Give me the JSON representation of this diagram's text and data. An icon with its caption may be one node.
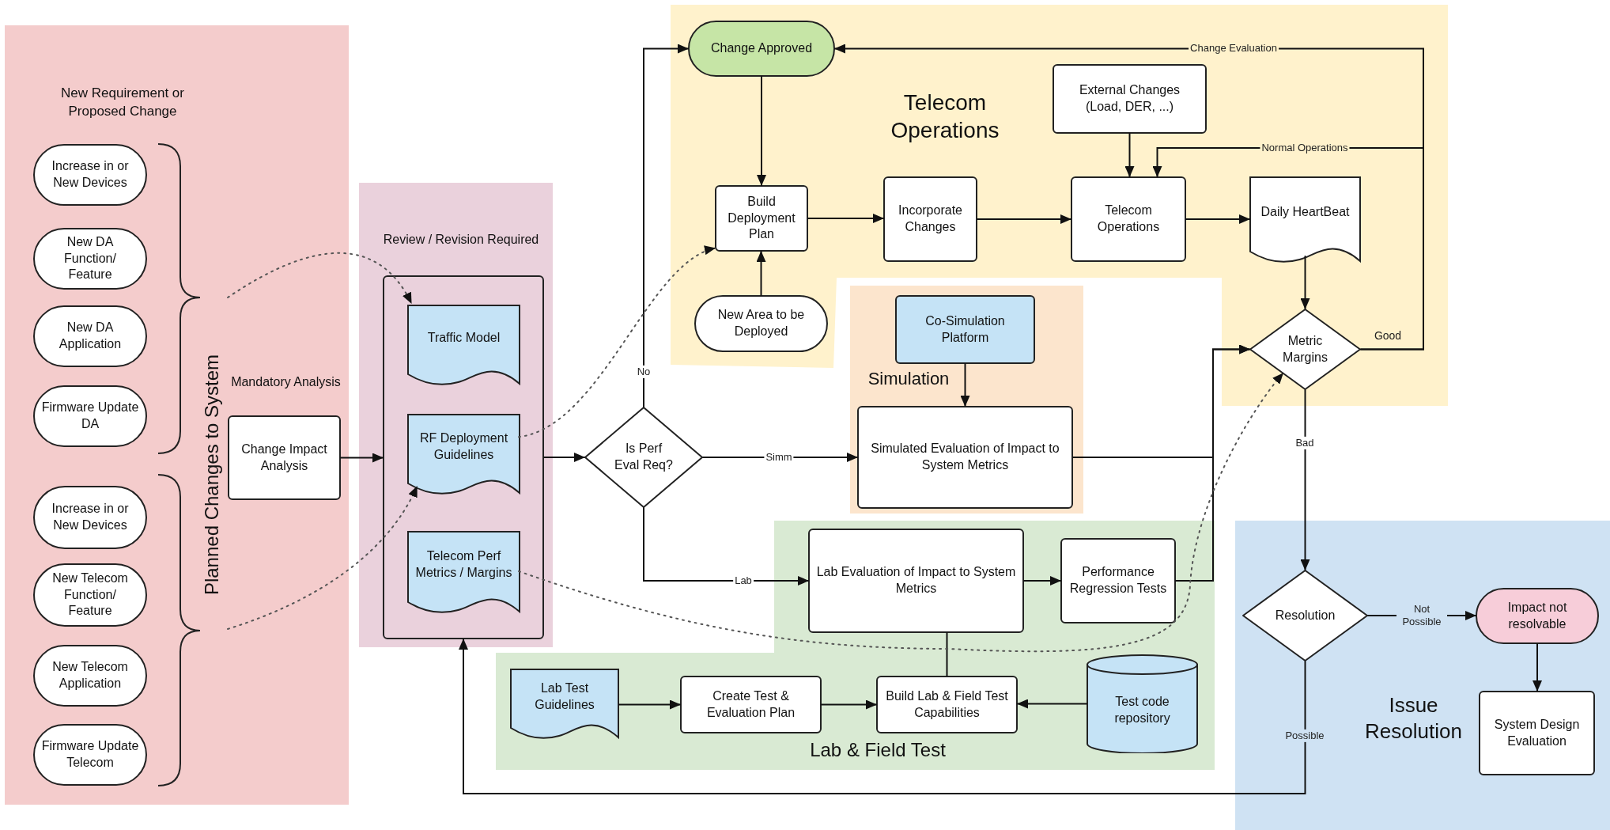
{
  "diagram": {
    "nodes": [
      {
        "text": [
          "New Requirement or Proposed Change",
          "Planned Changes to System"
        ]
      },
      {
        "text": [
          "Increase in or New Devices"
        ],
        "in": 0
      },
      {
        "text": [
          "New DA Function/ Feature"
        ],
        "in": 0
      },
      {
        "text": [
          "New DA Application"
        ],
        "in": 0
      },
      {
        "text": [
          "Firmware Update DA"
        ],
        "in": 0
      },
      {
        "text": [
          "Increase in or New Devices"
        ],
        "in": 0
      },
      {
        "text": [
          "New Telecom Function/ Feature"
        ],
        "in": 0
      },
      {
        "text": [
          "New Telecom Application"
        ],
        "in": 0
      },
      {
        "text": [
          "Firmware Update Telecom"
        ],
        "in": 0
      },
      {
        "text": [
          "Mandatory Analysis",
          "Change Impact Analysis"
        ],
        "in": 0
      },
      {
        "text": [
          "Review / Revision Required"
        ]
      },
      {
        "text": [],
        "shape": "box",
        "in": 10
      },
      {
        "text": [
          "Traffic Model"
        ],
        "in": 11
      },
      {
        "text": [
          "RF Deployment Guidelines"
        ],
        "in": 11
      },
      {
        "text": [
          "Telecom Perf Metrics / Margins"
        ],
        "in": 11
      },
      {
        "text": [
          "Is Perf Eval Req?"
        ]
      },
      {
        "text": [
          "Telecom Operations"
        ]
      },
      {
        "text": [
          "Change Approved"
        ],
        "in": 16
      },
      {
        "text": [
          "External Changes (Load, DER, ...)"
        ],
        "in": 16
      },
      {
        "text": [
          "Build Deployment Plan"
        ],
        "in": 16
      },
      {
        "text": [
          "Incorporate Changes"
        ],
        "in": 16
      },
      {
        "text": [
          "Telecom Operations"
        ],
        "in": 16
      },
      {
        "text": [
          "Daily HeartBeat"
        ],
        "in": 16
      },
      {
        "text": [
          "New Area to be Deployed"
        ],
        "in": 16
      },
      {
        "text": [
          "Metric Margins"
        ],
        "in": 16
      },
      {
        "text": [
          "Simulation"
        ]
      },
      {
        "text": [
          "Co-Simulation Platform"
        ],
        "in": 25
      },
      {
        "text": [
          "Simulated Evaluation of Impact to System Metrics"
        ],
        "in": 25
      },
      {
        "text": [
          "Lab & Field Test"
        ]
      },
      {
        "text": [
          "Lab Evaluation of Impact to System Metrics"
        ],
        "in": 28
      },
      {
        "text": [
          "Performance Regression Tests"
        ],
        "in": 28
      },
      {
        "text": [
          "Lab Test Guidelines"
        ],
        "in": 28
      },
      {
        "text": [
          "Create Test & Evaluation Plan"
        ],
        "in": 28
      },
      {
        "text": [
          "Build Lab & Field Test Capabilities"
        ],
        "in": 28
      },
      {
        "text": [
          "Test code repository"
        ],
        "in": 28
      },
      {
        "text": [
          "Issue Resolution"
        ]
      },
      {
        "text": [
          "Resolution"
        ],
        "in": 35
      },
      {
        "text": [
          "Impact not resolvable"
        ],
        "in": 35
      },
      {
        "text": [
          "System Design Evaluation"
        ],
        "in": 35
      }
    ],
    "edges": [
      {
        "from": null,
        "to": 12,
        "arrow": "to",
        "style": "dashed"
      },
      {
        "from": null,
        "to": 13,
        "arrow": "to",
        "style": "dashed"
      },
      {
        "from": 9,
        "to": 11,
        "arrow": "to"
      },
      {
        "from": 11,
        "to": 15,
        "arrow": "to"
      },
      {
        "from": 15,
        "to": 17,
        "arrow": "to",
        "label": "No"
      },
      {
        "from": 15,
        "to": 27,
        "arrow": "to",
        "label": "Simm"
      },
      {
        "from": 15,
        "to": 29,
        "arrow": "to",
        "label": "Lab"
      },
      {
        "from": 17,
        "to": 19,
        "arrow": "to"
      },
      {
        "from": 23,
        "to": 19,
        "arrow": "to"
      },
      {
        "from": 19,
        "to": 20,
        "arrow": "to"
      },
      {
        "from": 20,
        "to": 21,
        "arrow": "to"
      },
      {
        "from": 18,
        "to": 21,
        "arrow": "to"
      },
      {
        "from": 21,
        "to": 22,
        "arrow": "to"
      },
      {
        "from": 22,
        "to": 24,
        "arrow": "to"
      },
      {
        "from": 24,
        "to": 17,
        "arrow": "to",
        "label": "Change Evaluation"
      },
      {
        "from": 24,
        "to": 21,
        "arrow": "to",
        "label": "Normal Operations"
      },
      {
        "from": 26,
        "to": 27,
        "arrow": "to"
      },
      {
        "from": 27,
        "to": 24,
        "arrow": "to"
      },
      {
        "from": 30,
        "to": 24,
        "arrow": "to"
      },
      {
        "from": 29,
        "to": 30,
        "arrow": "to"
      },
      {
        "from": 31,
        "to": 32,
        "arrow": "to"
      },
      {
        "from": 32,
        "to": 33,
        "arrow": "to"
      },
      {
        "from": 34,
        "to": 33,
        "arrow": "to"
      },
      {
        "from": 33,
        "to": 29,
        "arrow": "none"
      },
      {
        "from": 24,
        "to": 36,
        "arrow": "to",
        "label": "Bad"
      },
      {
        "from": 36,
        "to": 37,
        "arrow": "to",
        "label": "Not Possible"
      },
      {
        "from": 37,
        "to": 38,
        "arrow": "to"
      },
      {
        "from": 36,
        "to": 11,
        "arrow": "to",
        "label": "Possible"
      },
      {
        "from": 13,
        "to": 19,
        "arrow": "to",
        "style": "dashed"
      },
      {
        "from": 14,
        "to": 24,
        "arrow": "to",
        "style": "dashed"
      }
    ],
    "labels": [
      "Good"
    ]
  }
}
